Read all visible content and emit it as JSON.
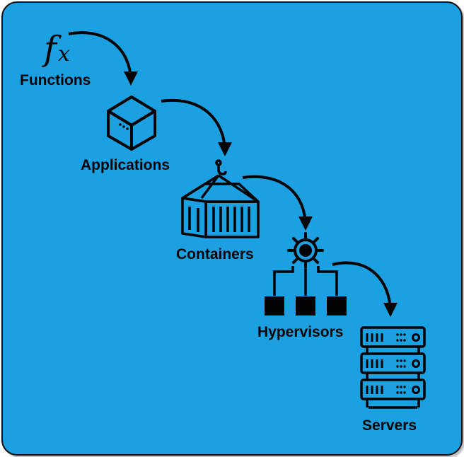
{
  "diagram": {
    "background_color": "#1ba1e2",
    "stroke_color": "#000000",
    "levels": [
      {
        "label": "Functions",
        "icon": "function-fx-icon"
      },
      {
        "label": "Applications",
        "icon": "application-box-icon"
      },
      {
        "label": "Containers",
        "icon": "shipping-container-icon"
      },
      {
        "label": "Hypervisors",
        "icon": "hypervisor-gear-icon"
      },
      {
        "label": "Servers",
        "icon": "server-rack-icon"
      }
    ]
  }
}
